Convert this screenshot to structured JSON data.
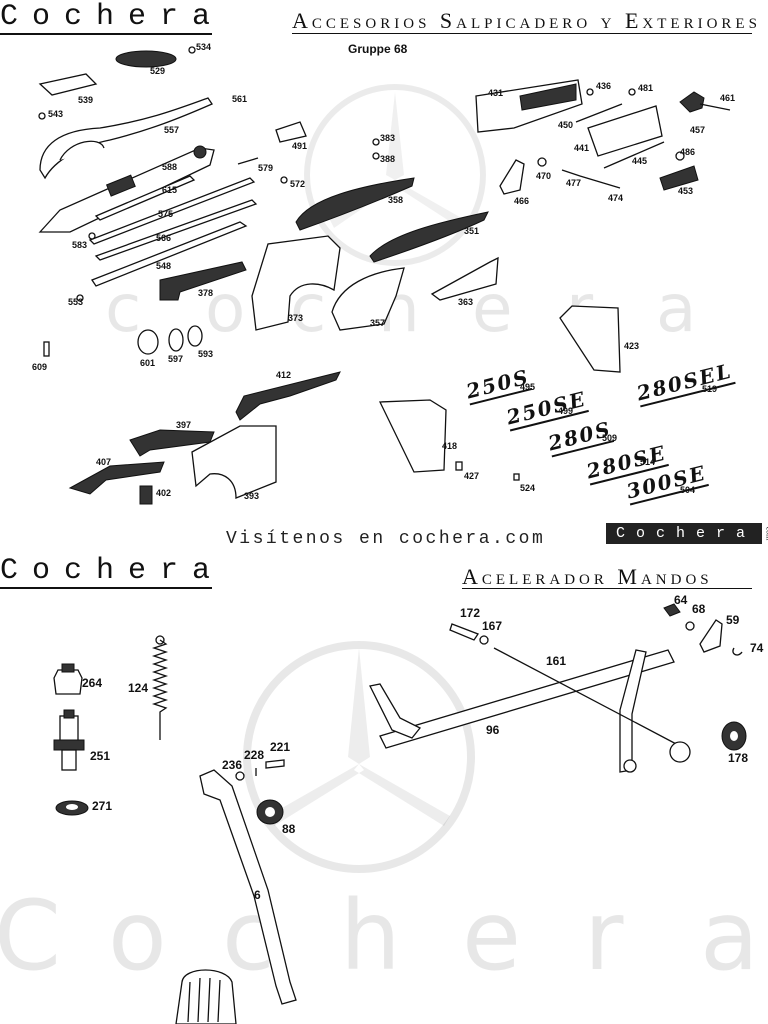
{
  "top": {
    "brand": "Cochera",
    "title": "Accesorios Salpicadero y Exteriores",
    "gruppe": "Gruppe 68",
    "callouts": [
      "534",
      "529",
      "539",
      "543",
      "561",
      "557",
      "491",
      "383",
      "388",
      "579",
      "572",
      "588",
      "615",
      "575",
      "566",
      "548",
      "583",
      "553",
      "378",
      "373",
      "358",
      "351",
      "357",
      "363",
      "609",
      "601",
      "597",
      "593",
      "412",
      "397",
      "407",
      "402",
      "393",
      "431",
      "436",
      "481",
      "461",
      "450",
      "441",
      "445",
      "457",
      "486",
      "470",
      "477",
      "474",
      "466",
      "453",
      "423",
      "495",
      "499",
      "509",
      "514",
      "519",
      "504",
      "418",
      "427",
      "524"
    ],
    "badges": [
      "250S",
      "250SE",
      "280S",
      "280SE",
      "280SEL",
      "300SE"
    ]
  },
  "watermark_top": [
    "c",
    "o",
    "c",
    "h",
    "e",
    "r",
    "a"
  ],
  "visit": {
    "text": "Visítenos en cochera.com",
    "badge": "Cochera",
    "badge_tail": "com"
  },
  "bottom": {
    "brand": "Cochera",
    "title": "Acelerador Mandos",
    "callouts": [
      "172",
      "167",
      "64",
      "68",
      "59",
      "74",
      "161",
      "264",
      "124",
      "96",
      "178",
      "236",
      "228",
      "221",
      "251",
      "271",
      "88",
      "6"
    ]
  },
  "watermark_bottom": [
    "C",
    "o",
    "c",
    "h",
    "e",
    "r",
    "a"
  ]
}
